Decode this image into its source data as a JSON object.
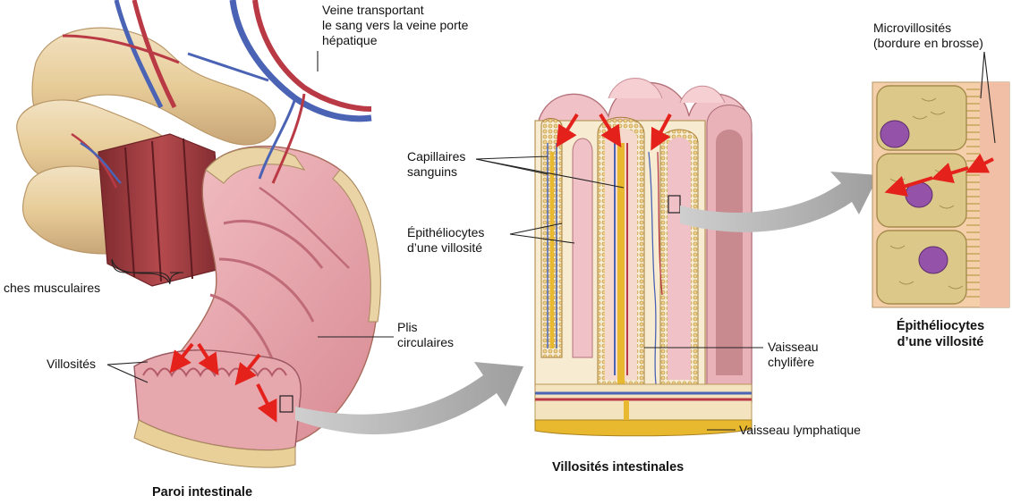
{
  "labels": {
    "veine_line1": "Veine transportant",
    "veine_line2": "le sang vers la veine porte",
    "veine_line3": "hépatique",
    "couches_musculaires": "ches musculaires",
    "villosites": "Villosités",
    "plis_line1": "Plis",
    "plis_line2": "circulaires",
    "capillaires_line1": "Capillaires",
    "capillaires_line2": "sanguins",
    "epith_line1": "Épithéliocytes",
    "epith_line2": "d’une villosité",
    "chylifere_line1": "Vaisseau",
    "chylifere_line2": "chylifère",
    "lymphatique": "Vaisseau lymphatique",
    "microvillosites_line1": "Microvillosités",
    "microvillosites_line2": "(bordure en brosse)"
  },
  "captions": {
    "paroi": "Paroi intestinale",
    "villosites_intestinales": "Villosités intestinales",
    "epith_line1": "Épithéliocytes",
    "epith_line2": "d’une villosité"
  },
  "colors": {
    "tissue": "#e8a8ae",
    "tissue_dark": "#c77680",
    "outer_wall": "#e9d2a4",
    "muscle": "#9c3b3f",
    "vein": "#4a63b4",
    "artery": "#b93a45",
    "lymph": "#e8b82e",
    "cell": "#dcc98a",
    "nucleus": "#9452a8",
    "arrow_red": "#e5211c",
    "arrow_grey": "#a6a6a6"
  }
}
